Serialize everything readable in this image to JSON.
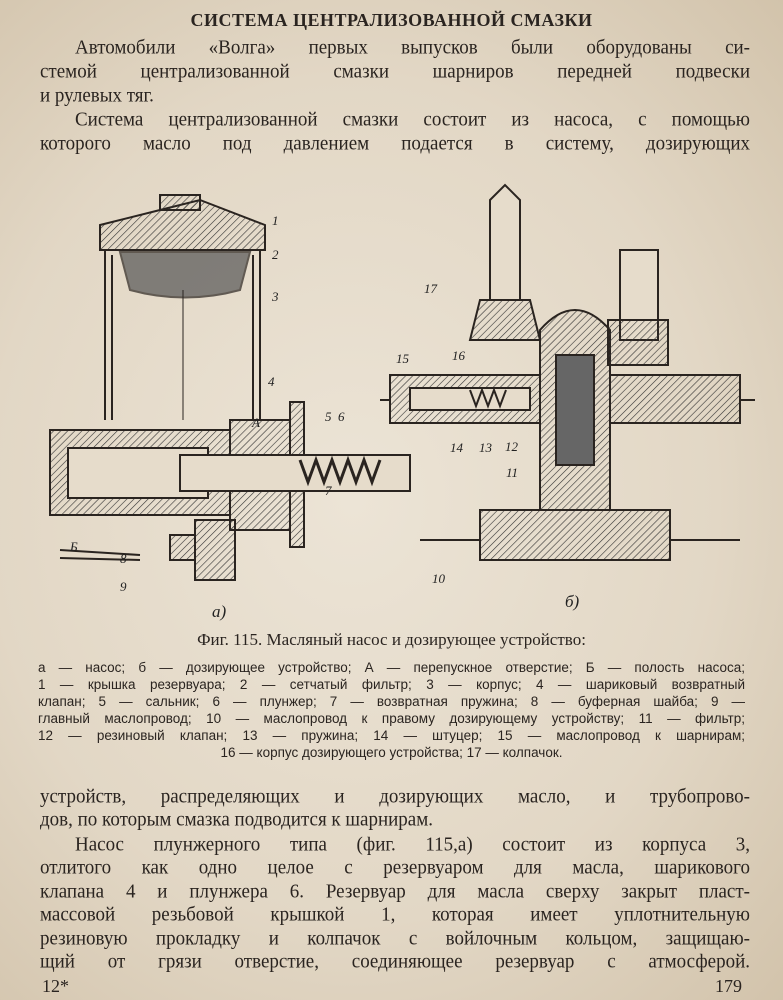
{
  "page": {
    "title": "СИСТЕМА ЦЕНТРАЛИЗОВАННОЙ СМАЗКИ",
    "para1": [
      "Автомобили «Волга» первых выпусков были оборудованы си-",
      "стемой централизованной смазки шарниров передней подвески",
      "и рулевых тяг."
    ],
    "para2": [
      "Система централизованной смазки состоит из насоса, с помощью",
      "которого масло под давлением подается в систему, дозирующих"
    ],
    "figure": {
      "caption": "Фиг. 115. Масляный насос и дозирующее устройство:",
      "labels_a": [
        "1",
        "2",
        "3",
        "4",
        "А",
        "5",
        "6",
        "7",
        "Б",
        "8",
        "9"
      ],
      "sub_a": "а)",
      "labels_b": [
        "17",
        "16",
        "15",
        "14",
        "13",
        "12",
        "11",
        "10"
      ],
      "sub_b": "б)",
      "legend": [
        "а — насос; б — дозирующее устройство; А — перепускное отверстие; Б — полость насоса;",
        "1 — крышка резервуара; 2 — сетчатый фильтр; 3 — корпус; 4 — шариковый возвратный",
        "клапан; 5 — сальник; 6 — плунжер; 7 — возвратная пружина; 8 — буферная шайба; 9 —",
        "главный маслопровод; 10 — маслопровод к правому дозирующему устройству; 11 — фильтр;",
        "12 — резиновый клапан; 13 — пружина; 14 — штуцер; 15 — маслопровод к шарнирам;",
        "16 — корпус дозирующего устройства; 17 — колпачок."
      ]
    },
    "para3": [
      "устройств, распределяющих и дозирующих масло, и трубопрово-",
      "дов, по которым смазка подводится к шарнирам."
    ],
    "para4": [
      "Насос плунжерного типа (фиг. 115,а) состоит из корпуса 3,",
      "отлитого как одно целое с резервуаром для масла, шарикового",
      "клапана 4 и плунжера 6. Резервуар для масла сверху закрыт пласт-",
      "массовой резьбовой крышкой 1, которая имеет уплотнительную",
      "резиновую прокладку и колпачок с войлочным кольцом, защищаю-",
      "щий от грязи отверстие, соединяющее резервуар с атмосферой."
    ],
    "footer": {
      "signature": "12*",
      "page_number": "179"
    }
  }
}
